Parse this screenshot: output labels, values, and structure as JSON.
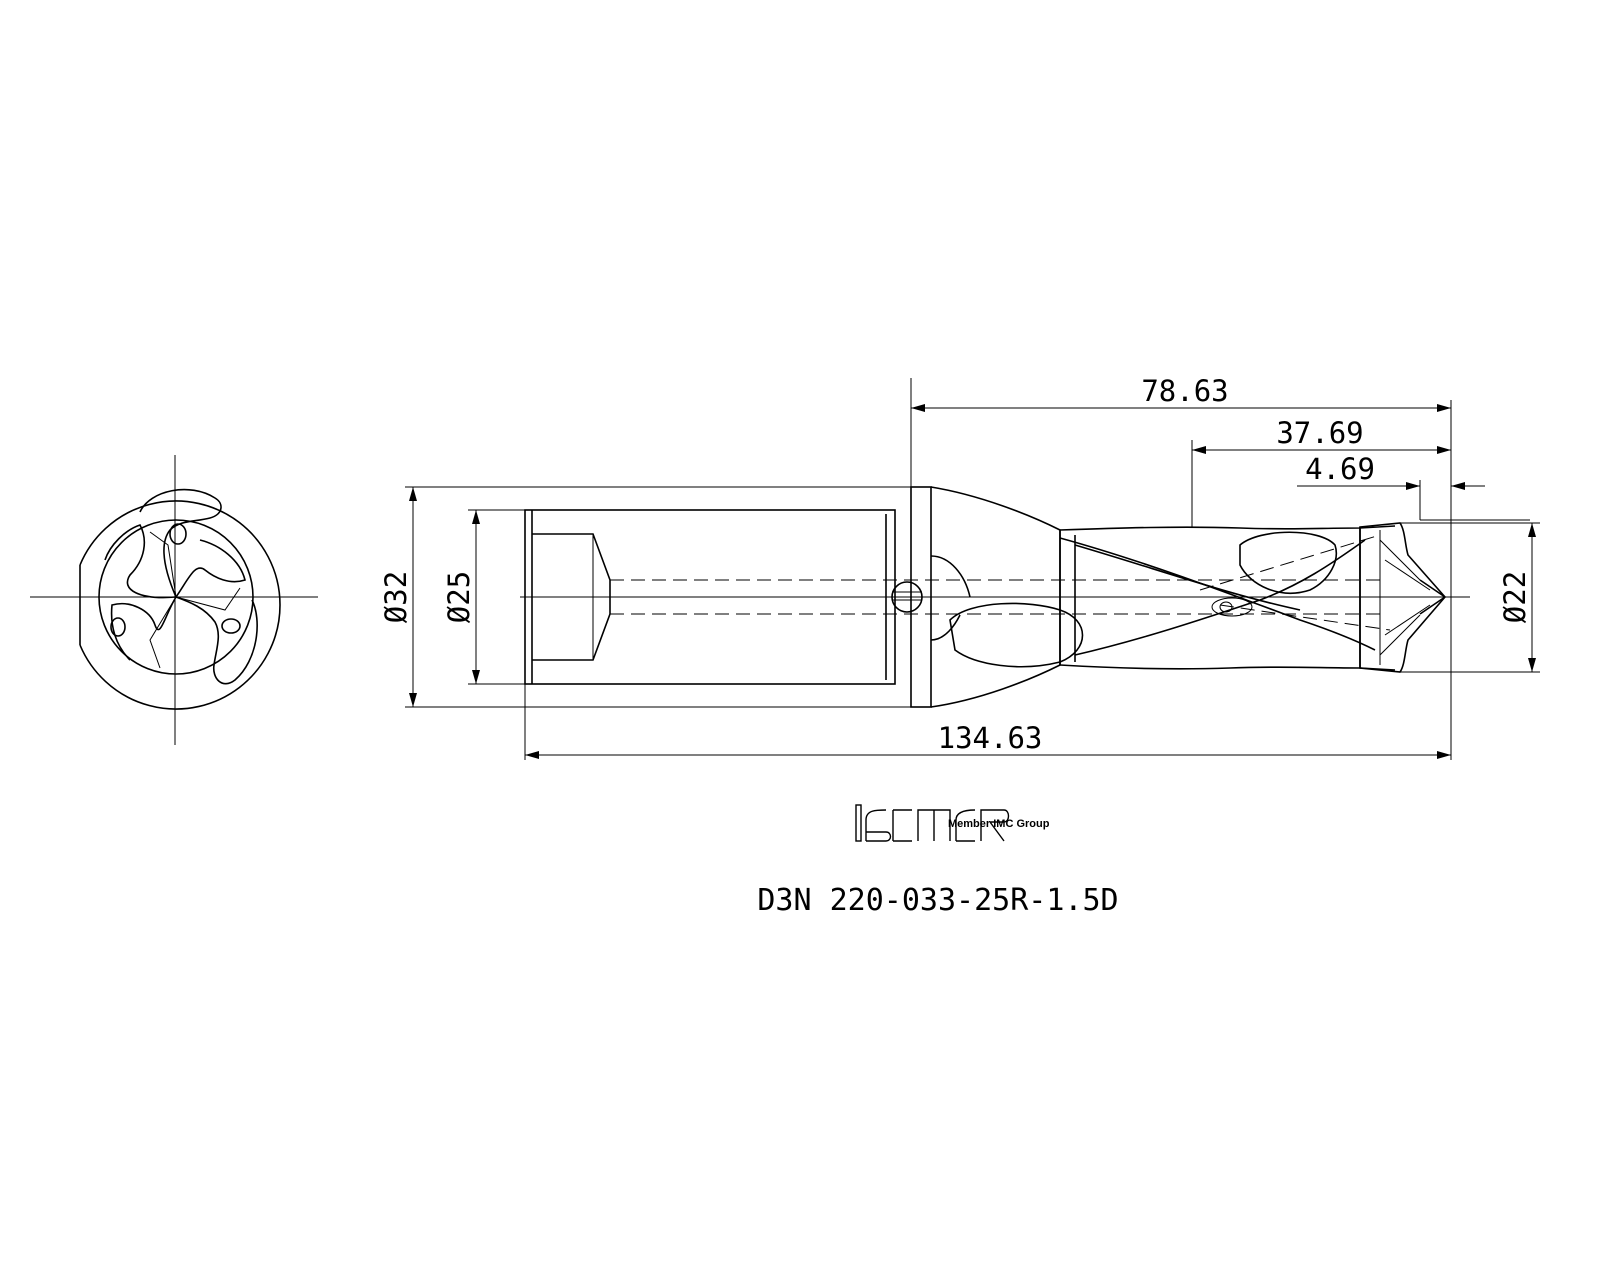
{
  "dimensions": {
    "overall_length": "134.63",
    "head_length": "78.63",
    "flute_length": "37.69",
    "tip_length": "4.69",
    "flange_diameter": "Ø32",
    "shank_diameter": "Ø25",
    "drill_diameter": "Ø22"
  },
  "logo": {
    "wordmark": "iscar",
    "tagline": "Member IMC Group"
  },
  "part_number": "D3N 220-033-25R-1.5D",
  "colors": {
    "line": "#000000",
    "background": "#ffffff"
  }
}
